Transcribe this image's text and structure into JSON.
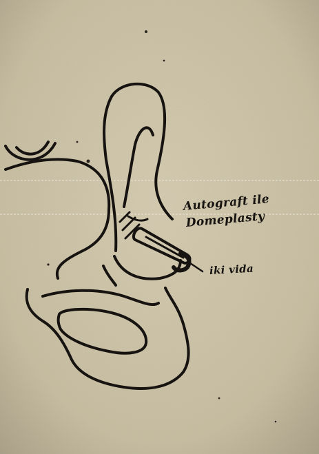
{
  "figure": {
    "annotations": {
      "graft_line_1": "Autograft ile",
      "graft_line_2": "Domeplasty",
      "screw": "iki vida"
    },
    "colors": {
      "paper": "#c9c0a4",
      "ink": "#161310"
    }
  }
}
